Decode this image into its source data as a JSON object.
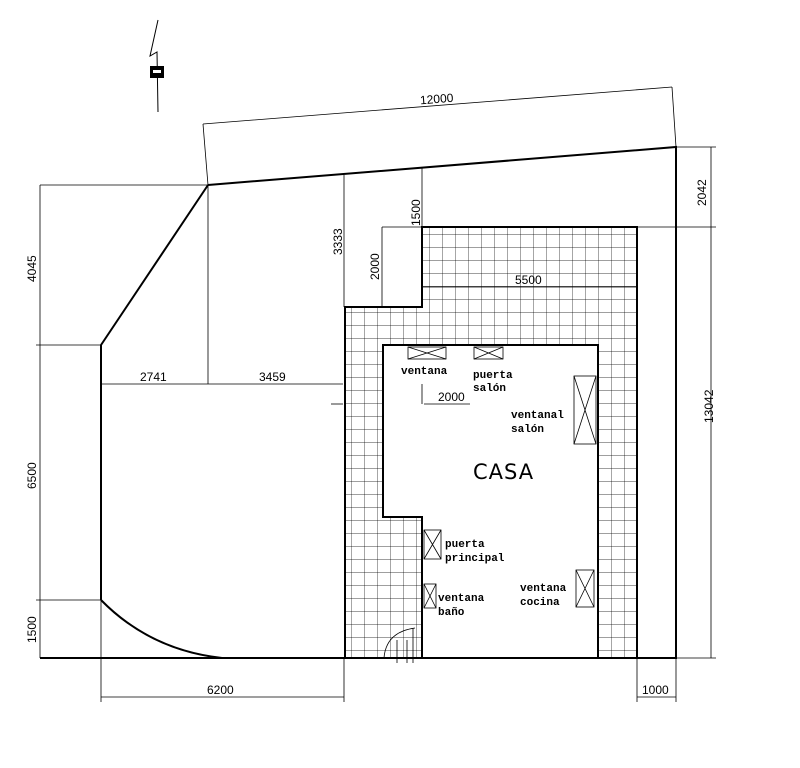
{
  "dimensions": {
    "top_width": "12000",
    "right_offset": "2042",
    "total_height": "13042",
    "left_upper": "4045",
    "left_middle": "6500",
    "left_lower": "1500",
    "inner_3333": "3333",
    "inner_2000_vertical": "2000",
    "inner_1500": "1500",
    "house_5500": "5500",
    "horizontal_2741": "2741",
    "horizontal_3459": "3459",
    "window_offset_2000": "2000",
    "bottom_6200": "6200",
    "bottom_1000": "1000"
  },
  "labels": {
    "casa": "CASA",
    "ventana": "ventana",
    "puerta_salon_1": "puerta",
    "puerta_salon_2": "salón",
    "ventanal_salon_1": "ventanal",
    "ventanal_salon_2": "salón",
    "puerta_principal_1": "puerta",
    "puerta_principal_2": "principal",
    "ventana_bano_1": "ventana",
    "ventana_bano_2": "baño",
    "ventana_cocina_1": "ventana",
    "ventana_cocina_2": "cocina"
  }
}
